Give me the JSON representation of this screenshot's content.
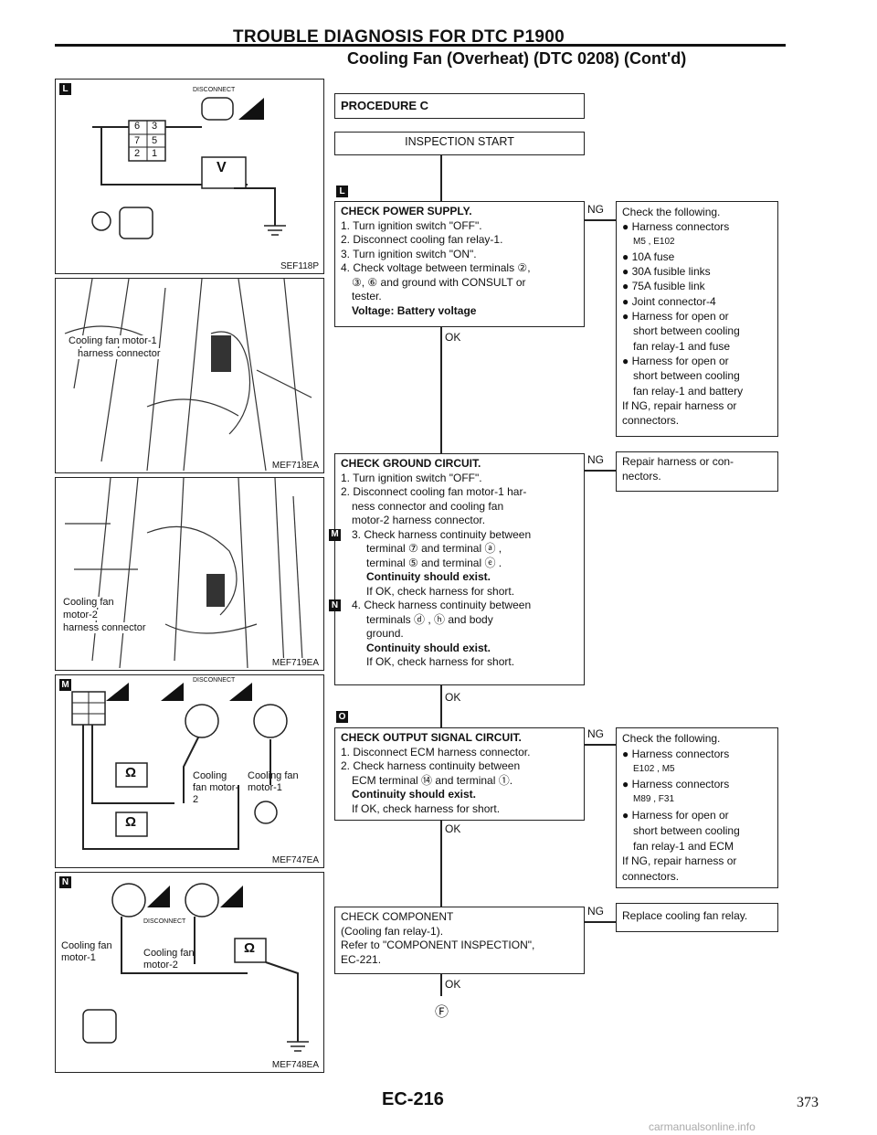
{
  "header": {
    "title": "TROUBLE DIAGNOSIS FOR DTC P1900",
    "subtitle": "Cooling Fan (Overheat) (DTC 0208) (Cont'd)"
  },
  "panels": {
    "L": {
      "tag": "L",
      "code": "SEF118P",
      "disconnect": "DISCONNECT",
      "meter": "V",
      "terminals": [
        "6",
        "3",
        "7",
        "5",
        "2",
        "1"
      ]
    },
    "photo1": {
      "code": "MEF718EA",
      "label1": "Cooling fan motor-1",
      "label2": "harness connector"
    },
    "photo2": {
      "code": "MEF719EA",
      "label1": "Cooling fan",
      "label2": "motor-2",
      "label3": "harness connector"
    },
    "M": {
      "tag": "M",
      "code": "MEF747EA",
      "disconnect": "DISCONNECT",
      "motor2": "Cooling fan motor-2",
      "motor1": "Cooling fan motor-1",
      "meter": "Ω"
    },
    "N": {
      "tag": "N",
      "code": "MEF748EA",
      "disconnect": "DISCONNECT",
      "motor1": "Cooling fan motor-1",
      "motor2": "Cooling fan motor-2",
      "meter": "Ω"
    }
  },
  "flow": {
    "procedure": "PROCEDURE C",
    "start": "INSPECTION START",
    "ng": "NG",
    "ok": "OK",
    "step1": {
      "tag": "L",
      "title": "CHECK POWER SUPPLY.",
      "lines": [
        "1. Turn ignition switch \"OFF\".",
        "2. Disconnect cooling fan relay-1.",
        "3. Turn ignition switch \"ON\".",
        "4. Check voltage between terminals ②,",
        "③, ⑥ and ground with CONSULT or",
        "tester."
      ],
      "spec": "Voltage: Battery voltage"
    },
    "ng1": {
      "lines": [
        "Check the following.",
        "● Harness connectors",
        "M5 , E102",
        "● 10A fuse",
        "● 30A fusible links",
        "● 75A fusible link",
        "● Joint connector-4",
        "● Harness for open or",
        "short between cooling",
        "fan relay-1 and fuse",
        "● Harness for open or",
        "short between cooling",
        "fan relay-1 and battery",
        "If NG, repair harness or",
        "connectors."
      ]
    },
    "step2": {
      "title": "CHECK GROUND CIRCUIT.",
      "lines": [
        "1. Turn ignition switch \"OFF\".",
        "2. Disconnect cooling fan motor-1 har-",
        "ness connector and cooling fan",
        "motor-2 harness connector."
      ],
      "sub3": "3. Check harness continuity between",
      "sub3b": [
        "terminal ⑦ and terminal ⓐ ,",
        "terminal ⑤ and terminal ⓔ ."
      ],
      "spec3": "Continuity should exist.",
      "sub3c": "If OK, check harness for short.",
      "sub4": "4. Check harness continuity between",
      "sub4b": [
        "terminals ⓓ , ⓗ and body",
        "ground."
      ],
      "spec4": "Continuity should exist.",
      "sub4c": "If OK, check harness for short.",
      "tagM": "M",
      "tagN": "N"
    },
    "ng2": {
      "lines": [
        "Repair harness or con-",
        "nectors."
      ]
    },
    "step3": {
      "tag": "O",
      "title": "CHECK OUTPUT SIGNAL CIRCUIT.",
      "lines": [
        "1. Disconnect ECM harness connector.",
        "2. Check harness continuity between",
        "ECM terminal ⑭ and terminal ①."
      ],
      "spec": "Continuity should exist.",
      "tail": "If OK, check harness for short."
    },
    "ng3": {
      "lines": [
        "Check the following.",
        "● Harness connectors",
        "E102 , M5",
        "● Harness connectors",
        "M89 , F31",
        "● Harness for open or",
        "short between cooling",
        "fan relay-1 and ECM",
        "If NG, repair harness or",
        "connectors."
      ]
    },
    "step4": {
      "lines": [
        "CHECK COMPONENT",
        "(Cooling fan relay-1).",
        "Refer to \"COMPONENT INSPECTION\",",
        "EC-221."
      ]
    },
    "ng4": {
      "lines": [
        "Replace cooling fan relay."
      ]
    },
    "end": "Ⓕ"
  },
  "footer": {
    "page_code": "EC-216",
    "page_number": "373",
    "watermark": "carmanualsonline.info"
  }
}
